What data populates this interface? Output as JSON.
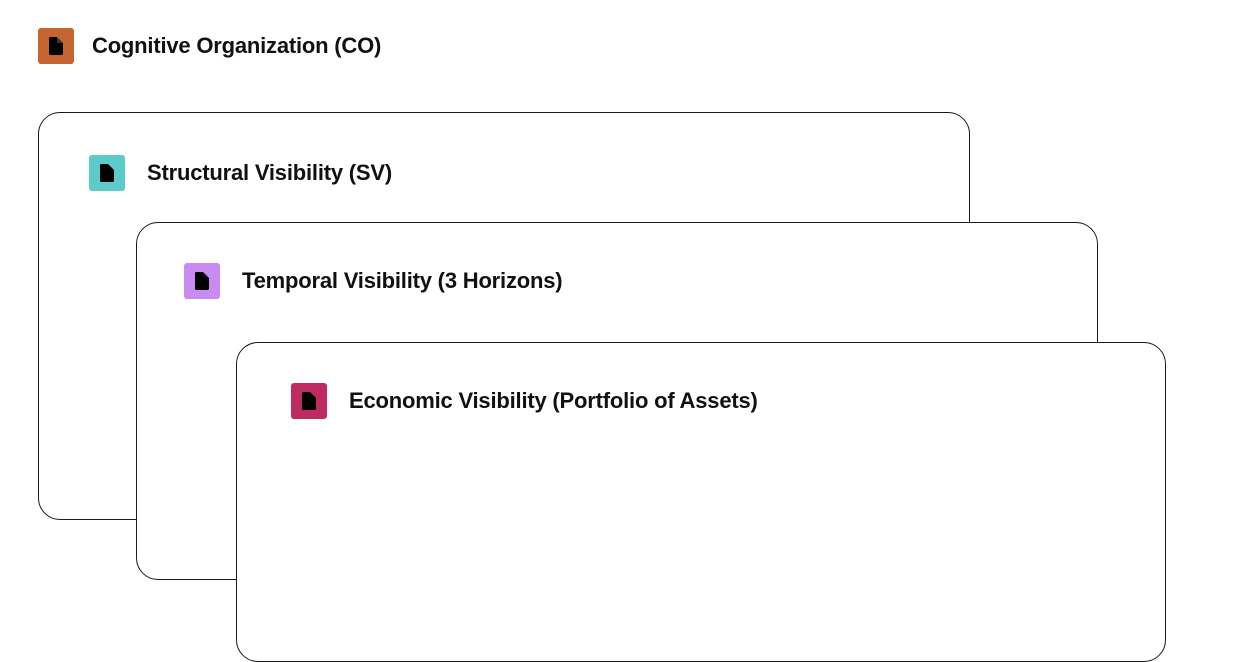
{
  "header": {
    "title": "Cognitive Organization (CO)",
    "icon": "document-icon",
    "icon_color": "#C6652F"
  },
  "cards": [
    {
      "label": "Structural Visibility (SV)",
      "icon": "document-icon",
      "icon_color": "#5CCBC9"
    },
    {
      "label": "Temporal Visibility (3 Horizons)",
      "icon": "document-icon",
      "icon_color": "#C98AF2"
    },
    {
      "label": "Economic Visibility (Portfolio of Assets)",
      "icon": "document-icon",
      "icon_color": "#BE2A62"
    }
  ]
}
